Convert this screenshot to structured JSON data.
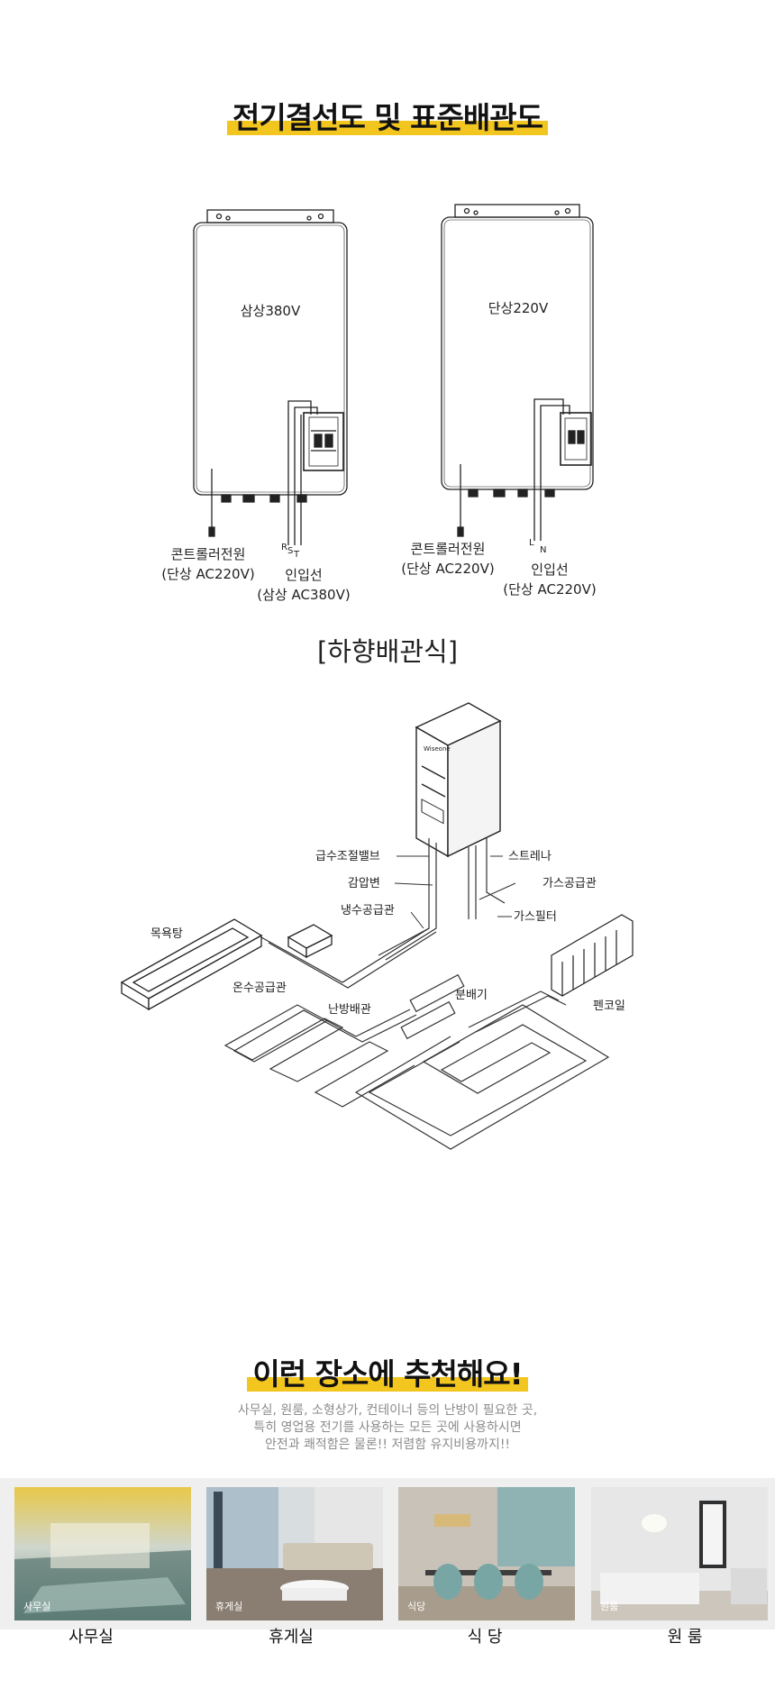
{
  "section1": {
    "title": "전기결선도 및 표준배관도",
    "left_unit": {
      "label": "삼상380V",
      "controller_label_1": "콘트롤러전원",
      "controller_label_2": "(단상 AC220V)",
      "terminals": [
        "R",
        "S",
        "T"
      ],
      "inlet_label_1": "인입선",
      "inlet_label_2": "(삼상 AC380V)"
    },
    "right_unit": {
      "label": "단상220V",
      "controller_label_1": "콘트롤러전원",
      "controller_label_2": "(단상 AC220V)",
      "terminals": [
        "L",
        "N"
      ],
      "inlet_label_1": "인입선",
      "inlet_label_2": "(단상 AC220V)"
    }
  },
  "piping": {
    "subtitle": "[하향배관식]",
    "labels": {
      "water_valve": "급수조절밸브",
      "strainer": "스트레나",
      "pressure_valve": "감압변",
      "gas_pipe": "가스공급관",
      "cold_water": "냉수공급관",
      "gas_filter": "가스필터",
      "bath": "목욕탕",
      "hot_water": "온수공급관",
      "distributor": "분배기",
      "heating_pipe": "난방배관",
      "fan_coil": "펜코일"
    }
  },
  "section2": {
    "title": "이런 장소에 추천해요!",
    "desc_lines": [
      "사무실, 원룸, 소형상가, 컨테이너 등의 난방이 필요한 곳,",
      "특히 영업용 전기를 사용하는 모든 곳에 사용하시면",
      "안전과 쾌적함은 물론!! 저렴함 유지비용까지!!"
    ],
    "places": [
      {
        "tag": "사무실",
        "caption": "사무실"
      },
      {
        "tag": "휴게실",
        "caption": "휴게실"
      },
      {
        "tag": "식당",
        "caption": "식 당"
      },
      {
        "tag": "원룸",
        "caption": "원 룸"
      }
    ]
  }
}
